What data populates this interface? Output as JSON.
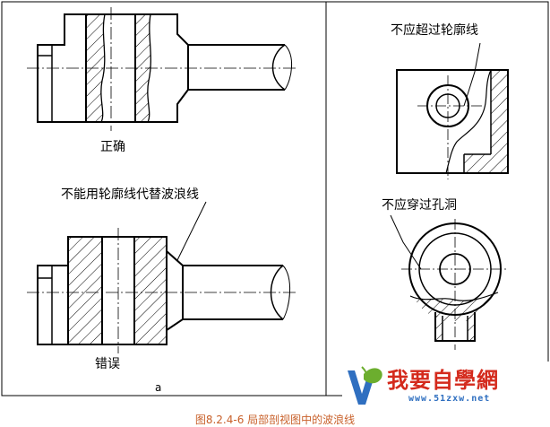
{
  "labels": {
    "correct": "正确",
    "wrong_heading": "不能用轮廓线代替波浪线",
    "wrong": "错误",
    "sub_a": "a",
    "not_exceed_outline": "不应超过轮廓线",
    "not_through_hole": "不应穿过孔洞"
  },
  "caption": "图8.2.4-6 局部剖视图中的波浪线",
  "watermark": {
    "brand": "我要自學網",
    "url": "www.51zxw.net"
  },
  "colors": {
    "line": "#000000",
    "caption": "#c8602a",
    "logo_red": "#d42a1c",
    "logo_blue": "#2f6fc0",
    "logo_green": "#6cae2e"
  }
}
